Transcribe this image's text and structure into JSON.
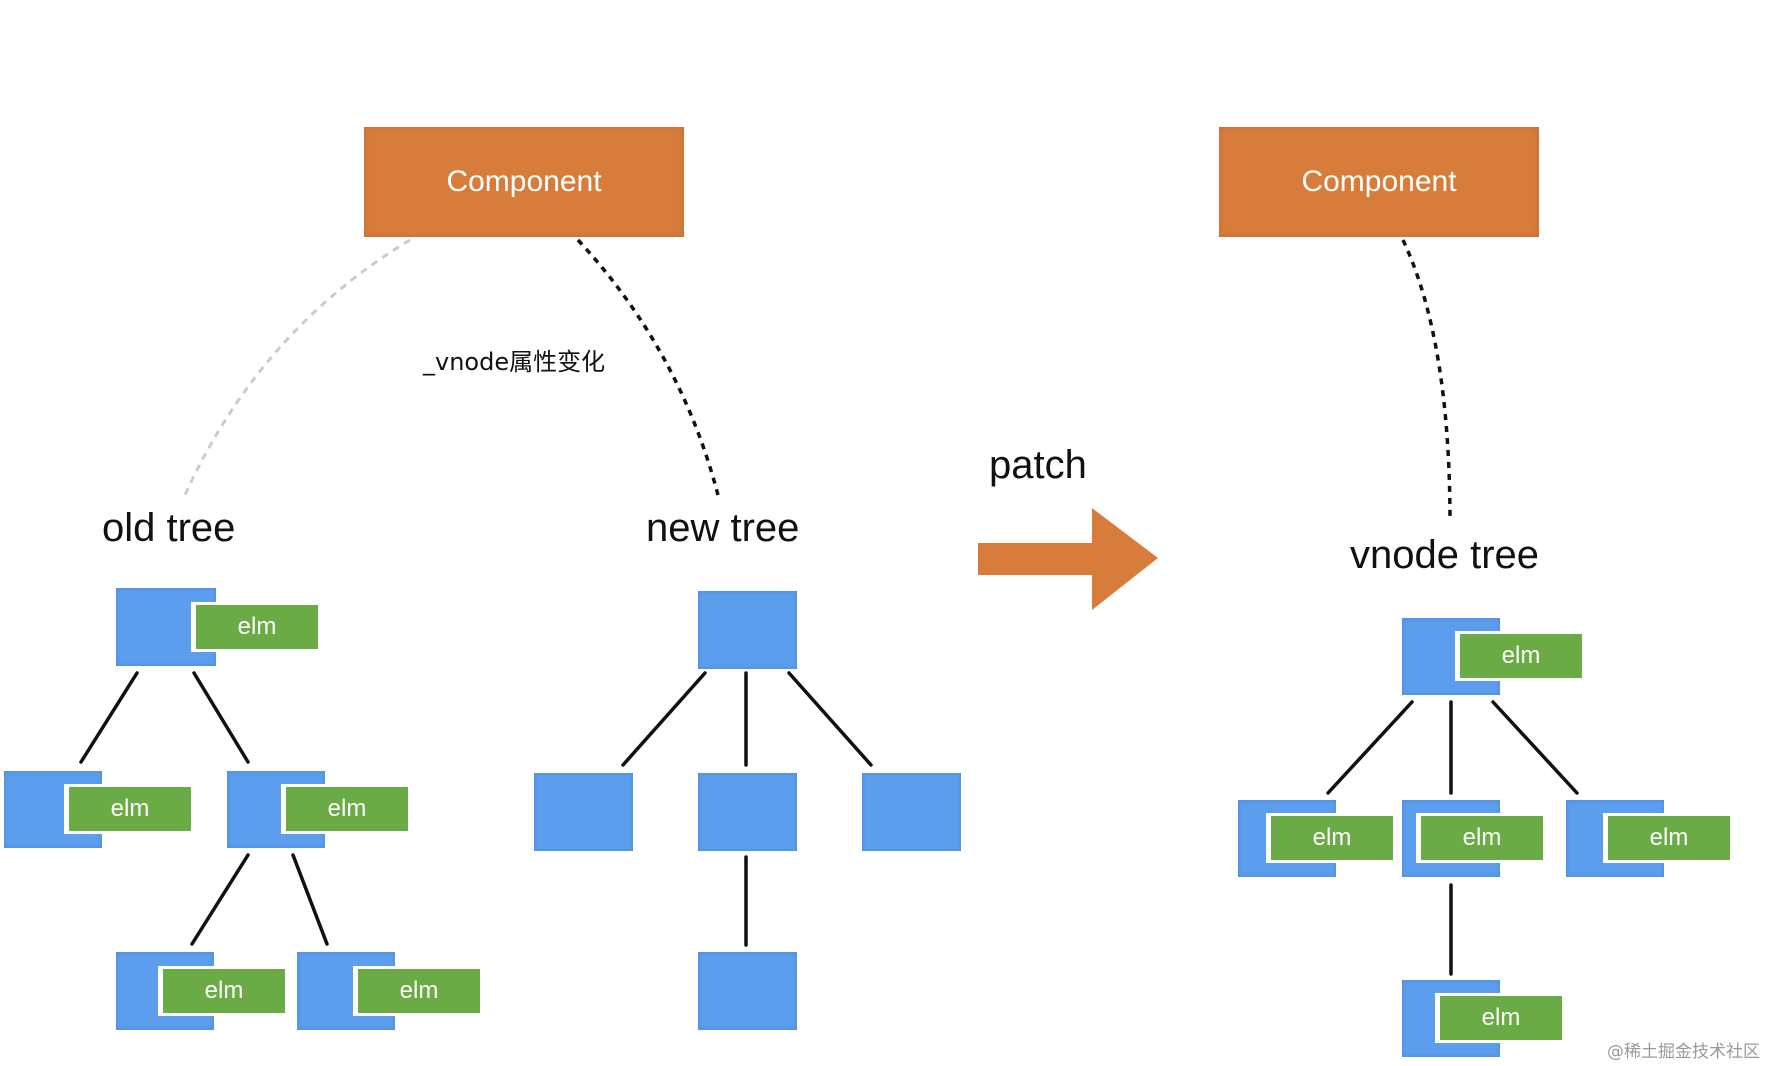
{
  "components": {
    "left": {
      "label": "Component"
    },
    "right": {
      "label": "Component"
    }
  },
  "trees": {
    "old": {
      "label": "old tree"
    },
    "new": {
      "label": "new tree"
    },
    "vnode": {
      "label": "vnode tree"
    }
  },
  "annotations": {
    "vnode_change": "_vnode属性变化",
    "patch": "patch"
  },
  "elm_label": "elm",
  "watermark": "@稀土掘金技术社区",
  "colors": {
    "component": "#d87c3c",
    "node": "#5c9eed",
    "elm": "#6aab45",
    "arrow": "#d87c3c",
    "old_link": "#cccccc",
    "new_link": "#111111"
  }
}
